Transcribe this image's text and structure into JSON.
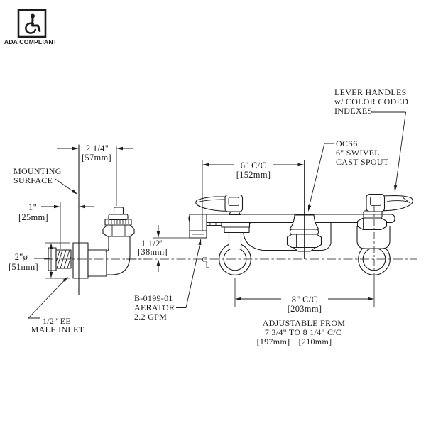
{
  "ada": {
    "label": "ADA COMPLIANT"
  },
  "side_view": {
    "mounting_surface": {
      "line1": "MOUNTING",
      "line2": "SURFACE"
    },
    "dim_offset": {
      "inch": "2 1/4\"",
      "mm": "[57mm]"
    },
    "dim_shank": {
      "inch": "1\"",
      "mm": "[25mm]"
    },
    "dim_flange": {
      "inch": "2\"ø",
      "mm": "[51mm]"
    },
    "inlet": {
      "line1": "1/2\" EE",
      "line2": "MALE INLET"
    }
  },
  "front_view": {
    "handles_label": {
      "line1": "LEVER HANDLES",
      "line2": "w/ COLOR CODED",
      "line3": "INDEXES"
    },
    "spout_label": {
      "line1": "OCS6",
      "line2": "6\" SWIVEL",
      "line3": "CAST SPOUT"
    },
    "aerator_label": {
      "line1": "B-0199-01",
      "line2": "AERATOR",
      "line3": "2.2 GPM"
    },
    "dim_spout": {
      "inch": "6\" C/C",
      "mm": "[152mm]"
    },
    "dim_drop": {
      "inch": "1 1/2\"",
      "mm": "[38mm]"
    },
    "dim_centers": {
      "inch": "8\" C/C",
      "mm": "[203mm]"
    },
    "adjustable": {
      "line1": "ADJUSTABLE FROM",
      "line2": "7 3/4\" TO 8 1/4\" C/C",
      "mm_low": "[197mm]",
      "mm_high": "[210mm]"
    },
    "centerline_symbol": {
      "c": "C",
      "l": "L"
    }
  },
  "colors": {
    "line": "#1c1c1c",
    "background": "#ffffff"
  }
}
